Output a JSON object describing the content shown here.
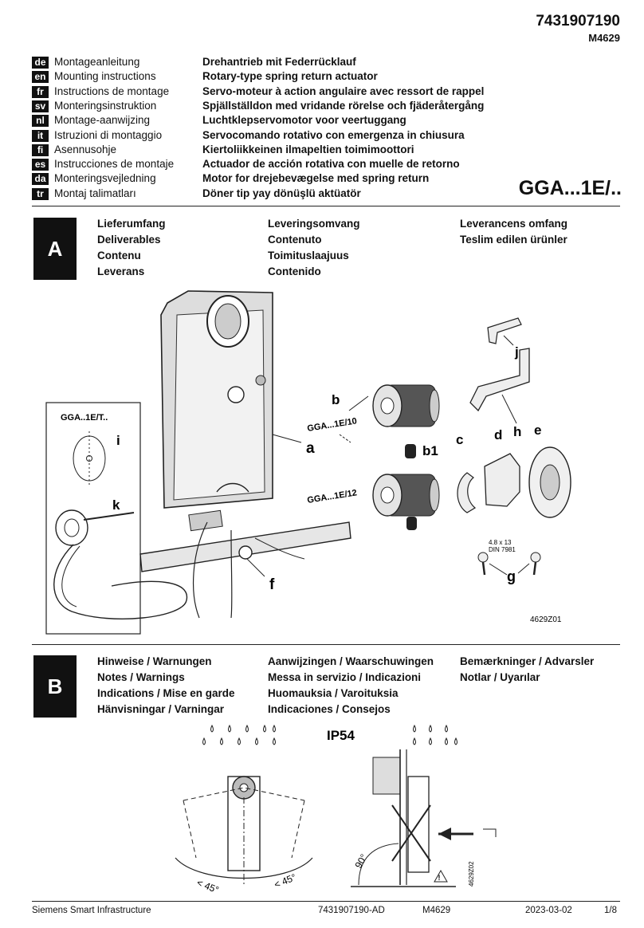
{
  "header": {
    "doc_number": "7431907190",
    "sub_number": "M4629"
  },
  "languages": [
    {
      "code": "de",
      "title": "Montageanleitung",
      "product": "Drehantrieb mit Federrücklauf"
    },
    {
      "code": "en",
      "title": "Mounting instructions",
      "product": "Rotary-type spring return actuator"
    },
    {
      "code": "fr",
      "title": "Instructions de montage",
      "product": "Servo-moteur à action angulaire avec ressort de rappel"
    },
    {
      "code": "sv",
      "title": "Monteringsinstruktion",
      "product": "Spjällställdon med vridande rörelse och fjäderåtergång"
    },
    {
      "code": "nl",
      "title": "Montage-aanwijzing",
      "product": "Luchtklepservomotor voor veertuggang"
    },
    {
      "code": "it",
      "title": "Istruzioni di montaggio",
      "product": "Servocomando rotativo con emergenza in chiusura"
    },
    {
      "code": "fi",
      "title": "Asennusohje",
      "product": "Kiertoliikkeinen ilmapeltien toimimoottori"
    },
    {
      "code": "es",
      "title": "Instrucciones de montaje",
      "product": "Actuador de acción rotativa con muelle de retorno"
    },
    {
      "code": "da",
      "title": "Monteringsvejledning",
      "product": "Motor for drejebevægelse med spring return"
    },
    {
      "code": "tr",
      "title": "Montaj talimatları",
      "product": "Döner tip yay dönüşlü aktüatör"
    }
  ],
  "model": "GGA...1E/..",
  "section_a": {
    "letter": "A",
    "col1": [
      "Lieferumfang",
      "Deliverables",
      "Contenu",
      "Leverans"
    ],
    "col2": [
      "Leveringsomvang",
      "Contenuto",
      "Toimituslaajuus",
      "Contenido"
    ],
    "col3": [
      "Leverancens omfang",
      "Teslim edilen ürünler"
    ]
  },
  "figure_a": {
    "inset_title": "GGA..1E/T..",
    "label_i": "i",
    "label_k": "k",
    "label_a": "a",
    "label_b": "b",
    "label_b1": "b1",
    "label_c": "c",
    "label_d": "d",
    "label_h": "h",
    "label_e": "e",
    "label_j": "j",
    "label_f": "f",
    "label_g": "g",
    "adapter_10": "GGA...1E/10",
    "adapter_12": "GGA...1E/12",
    "screw_size": "4.8 x 13",
    "screw_norm": "DIN 7981",
    "figure_code": "4629Z01"
  },
  "section_b": {
    "letter": "B",
    "col1": [
      "Hinweise / Warnungen",
      "Notes / Warnings",
      "Indications / Mise en garde",
      "Hänvisningar / Varningar"
    ],
    "col2": [
      "Aanwijzingen / Waarschuwingen",
      "Messa in servizio / Indicazioni",
      "Huomauksia / Varoituksia",
      "Indicaciones / Consejos"
    ],
    "col3": [
      "Bemærkninger / Advarsler",
      "Notlar / Uyarılar"
    ]
  },
  "figure_b": {
    "ip_rating": "IP54",
    "angle_left": "< 45°",
    "angle_right": "< 45°",
    "angle_90": "90°",
    "figure_code": "4629Z02"
  },
  "footer": {
    "company": "Siemens Smart Infrastructure",
    "doc_id": "7431907190-AD",
    "model_code": "M4629",
    "date": "2023-03-02",
    "page": "1/8"
  }
}
